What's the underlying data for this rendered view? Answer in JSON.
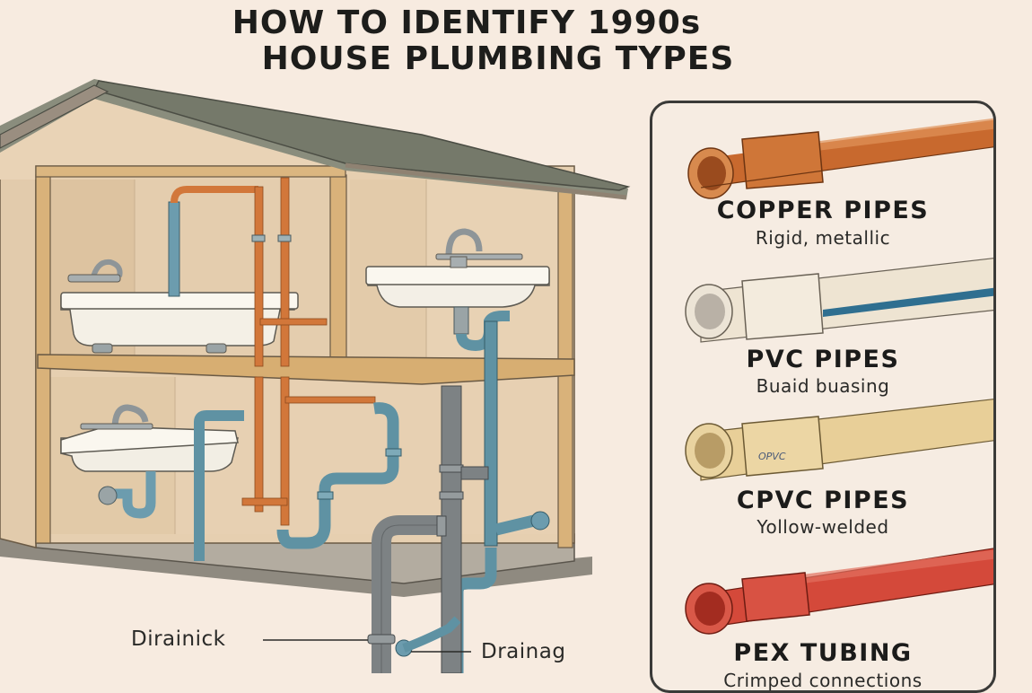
{
  "title": {
    "line1": "HOW TO IDENTIFY 1990s",
    "line2": "HOUSE PLUMBING TYPES"
  },
  "diagram": {
    "labels": {
      "left_callout": "Dirainick",
      "right_callout": "Drainag"
    },
    "colors": {
      "background": "#f7ebe0",
      "wall": "#e6cfb0",
      "frame": "#d9b27a",
      "roof": "#75796a",
      "copper": "#d2773a",
      "drain_blue": "#5f92a3",
      "drain_gray": "#7d8284"
    }
  },
  "panel": {
    "items": [
      {
        "name": "COPPER PIPES",
        "desc": "Rigid, metallic",
        "color": "#c8692e",
        "stamp": ""
      },
      {
        "name": "PVC PIPES",
        "desc": "Buaid buasing",
        "color": "#eee4d2",
        "stamp": ""
      },
      {
        "name": "CPVC PIPES",
        "desc": "Yollow-welded",
        "color": "#e8cf98",
        "stamp": "OPVC"
      },
      {
        "name": "PEX TUBING",
        "desc": "Crimped connections",
        "color": "#d4493a",
        "stamp": ""
      }
    ]
  }
}
